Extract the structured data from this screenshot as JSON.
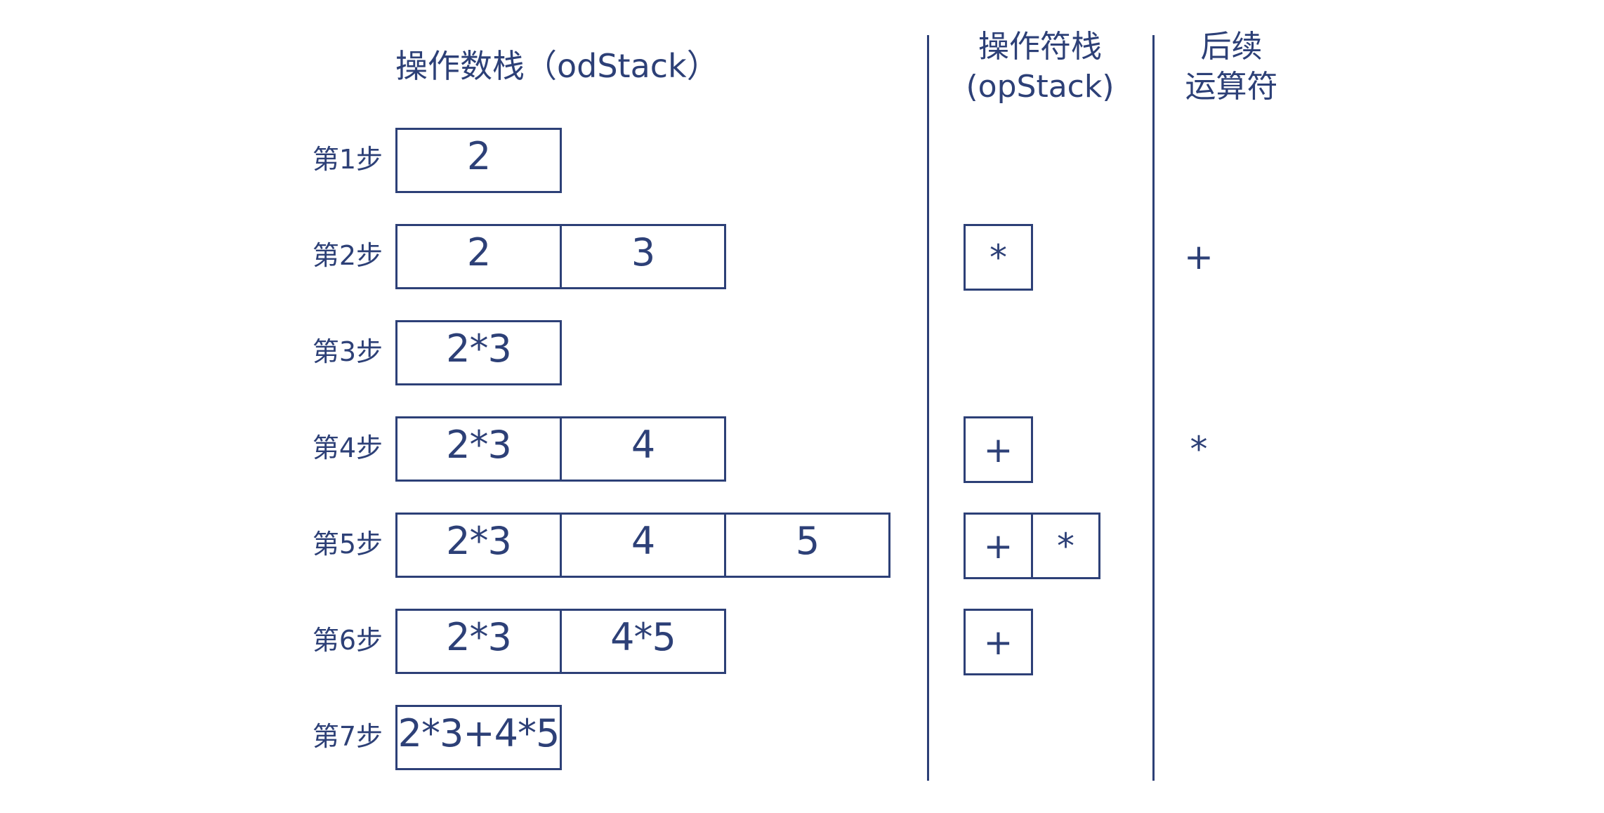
{
  "ink_color": "#2d4077",
  "headers": {
    "od_stack_title": "操作数栈（odStack）",
    "op_stack_title_line1": "操作符栈",
    "op_stack_title_line2": "(opStack)",
    "postfix_title_line1": "后续",
    "postfix_title_line2": "运算符"
  },
  "rows": [
    {
      "label": "第1步",
      "od_stack": [
        "2"
      ],
      "op_stack": [],
      "postfix_operator": ""
    },
    {
      "label": "第2步",
      "od_stack": [
        "2",
        "3"
      ],
      "op_stack": [
        "*"
      ],
      "postfix_operator": "+"
    },
    {
      "label": "第3步",
      "od_stack": [
        "2*3"
      ],
      "op_stack": [],
      "postfix_operator": ""
    },
    {
      "label": "第4步",
      "od_stack": [
        "2*3",
        "4"
      ],
      "op_stack": [
        "+"
      ],
      "postfix_operator": "*"
    },
    {
      "label": "第5步",
      "od_stack": [
        "2*3",
        "4",
        "5"
      ],
      "op_stack": [
        "+",
        "*"
      ],
      "postfix_operator": ""
    },
    {
      "label": "第6步",
      "od_stack": [
        "2*3",
        "4*5"
      ],
      "op_stack": [
        "+"
      ],
      "postfix_operator": ""
    },
    {
      "label": "第7步",
      "od_stack": [
        "2*3+4*5"
      ],
      "op_stack": [],
      "postfix_operator": ""
    }
  ]
}
